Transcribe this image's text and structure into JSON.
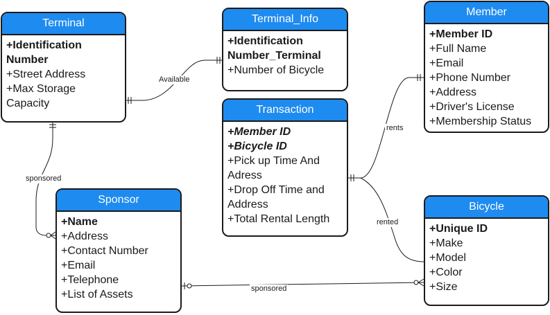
{
  "colors": {
    "header": "#1e8bf0",
    "border": "#1a1a1a",
    "line": "#1a1a1a"
  },
  "entities": {
    "terminal": {
      "title": "Terminal",
      "attributes": [
        "+Identification Number",
        "+Street Address",
        "+Max Storage Capacity"
      ]
    },
    "terminal_info": {
      "title": "Terminal_Info",
      "attributes": [
        "+Identification Number_Terminal",
        "+Number of Bicycle"
      ]
    },
    "member": {
      "title": "Member",
      "attributes": [
        "+Member ID",
        "+Full Name",
        "+Email",
        "+Phone Number",
        "+Address",
        "+Driver's License",
        "+Membership Status"
      ]
    },
    "transaction": {
      "title": "Transaction",
      "attributes": [
        "+Member ID",
        "+Bicycle ID",
        "+Pick up Time And Adress",
        "+Drop Off Time and Address",
        "+Total Rental Length"
      ]
    },
    "sponsor": {
      "title": "Sponsor",
      "attributes": [
        "+Name",
        "+Address",
        "+Contact Number",
        "+Email",
        "+Telephone",
        "+List of Assets"
      ]
    },
    "bicycle": {
      "title": "Bicycle",
      "attributes": [
        "+Unique ID",
        "+Make",
        "+Model",
        "+Color",
        "+Size"
      ]
    }
  },
  "relationships": {
    "available": "Available",
    "sponsored_terminal": "sponsored",
    "rents": "rents",
    "rented": "rented",
    "sponsored_bicycle": "sponsored"
  }
}
